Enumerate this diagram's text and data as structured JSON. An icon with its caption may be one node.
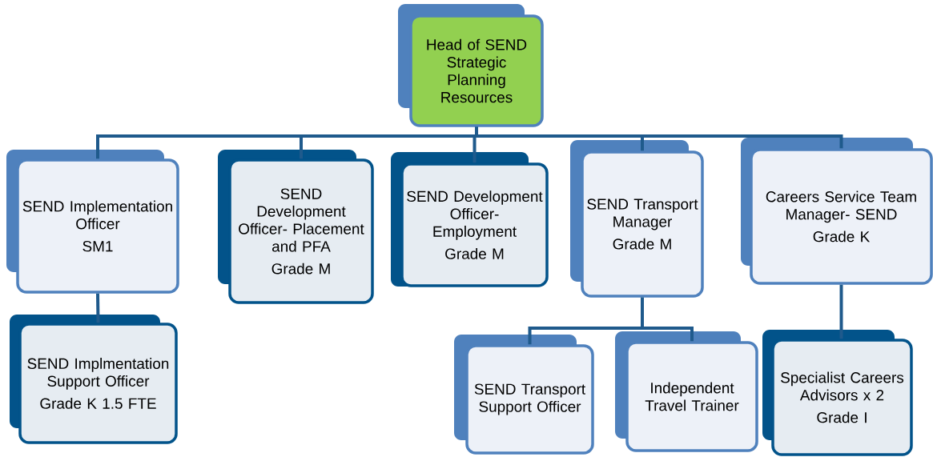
{
  "diagram": {
    "nodes": [
      {
        "text": [
          "Head of SEND Strategic Planning Resources"
        ]
      },
      {
        "text": [
          "SEND Implementation Officer",
          "SM1"
        ]
      },
      {
        "text": [
          "SEND Development Officer- Placement and PFA",
          "Grade M"
        ]
      },
      {
        "text": [
          "SEND Development Officer- Employment",
          "Grade M"
        ]
      },
      {
        "text": [
          "SEND Transport Manager",
          "Grade M"
        ]
      },
      {
        "text": [
          "Careers Service Team Manager- SEND",
          "Grade K"
        ]
      },
      {
        "text": [
          "SEND Implmentation Support Officer",
          "Grade K 1.5 FTE"
        ]
      },
      {
        "text": [
          "SEND Transport Support Officer"
        ]
      },
      {
        "text": [
          "Independent Travel Trainer"
        ]
      },
      {
        "text": [
          "Specialist Careers Advisors x 2",
          "Grade I"
        ]
      }
    ],
    "edges": [
      {
        "from": 0,
        "to": 1,
        "arrow": "none"
      },
      {
        "from": 0,
        "to": 2,
        "arrow": "none"
      },
      {
        "from": 0,
        "to": 3,
        "arrow": "none"
      },
      {
        "from": 0,
        "to": 4,
        "arrow": "none"
      },
      {
        "from": 0,
        "to": 5,
        "arrow": "none"
      },
      {
        "from": 1,
        "to": 6,
        "arrow": "none"
      },
      {
        "from": 4,
        "to": 7,
        "arrow": "none"
      },
      {
        "from": 4,
        "to": 8,
        "arrow": "none"
      },
      {
        "from": 5,
        "to": 9,
        "arrow": "none"
      }
    ]
  }
}
